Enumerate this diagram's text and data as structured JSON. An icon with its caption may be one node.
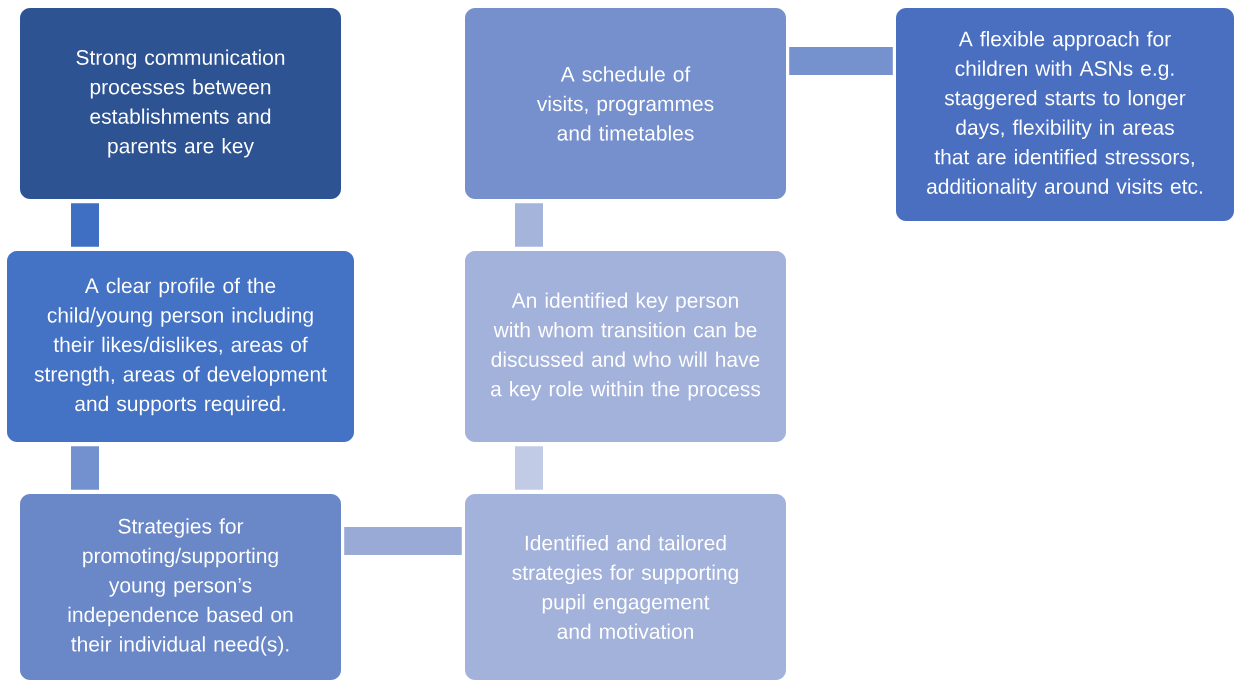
{
  "diagram": {
    "nodes": [
      {
        "text": [
          "Strong communication processes between establishments and parents are key"
        ]
      },
      {
        "text": [
          "A clear profile of the child/young person including their likes/dislikes, areas of strength, areas of development and supports required."
        ]
      },
      {
        "text": [
          "Strategies for promoting/supporting young person’s independence based on their individual need(s)."
        ]
      },
      {
        "text": [
          "Identified and tailored strategies for supporting pupil engagement and motivation"
        ]
      },
      {
        "text": [
          "An identified key person with whom transition can be discussed and who will have a key role within the process"
        ]
      },
      {
        "text": [
          "A schedule of visits, programmes and timetables"
        ]
      },
      {
        "text": [
          "A flexible approach for children with ASNs e.g. staggered starts to longer days, flexibility in areas that are identified stressors, additionality around visits etc."
        ]
      }
    ],
    "edges": [
      {
        "from": 0,
        "to": 1,
        "arrow": "none",
        "color": "#3f6fc2"
      },
      {
        "from": 1,
        "to": 2,
        "arrow": "none",
        "color": "#7391cf"
      },
      {
        "from": 2,
        "to": 3,
        "arrow": "none",
        "color": "#9aaad6"
      },
      {
        "from": 3,
        "to": 4,
        "arrow": "none",
        "color": "#c2cbe6"
      },
      {
        "from": 4,
        "to": 5,
        "arrow": "none",
        "color": "#a5b4db"
      },
      {
        "from": 5,
        "to": 6,
        "arrow": "none",
        "color": "#7592cf"
      }
    ]
  }
}
